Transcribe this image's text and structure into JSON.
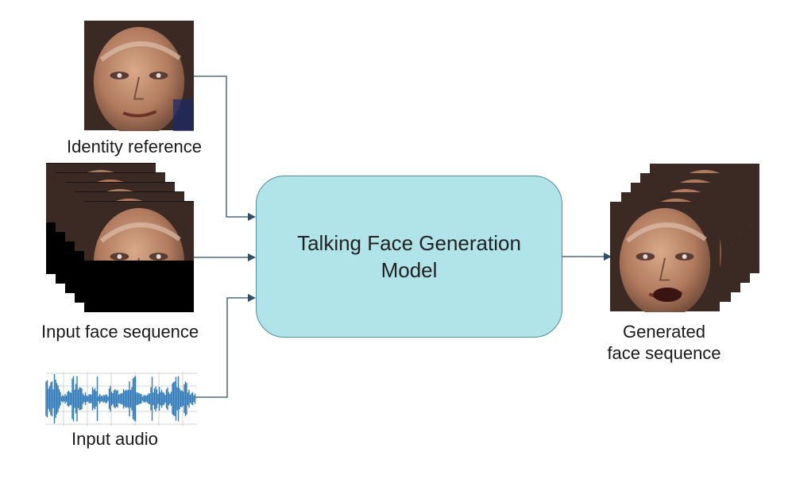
{
  "diagram": {
    "inputs": {
      "identity_label": "Identity reference",
      "face_sequence_label": "Input face sequence",
      "audio_label": "Input audio"
    },
    "model": {
      "line1": "Talking Face Generation",
      "line2": "Model"
    },
    "output": {
      "line1": "Generated",
      "line2": "face sequence"
    },
    "colors": {
      "box_fill": "#b0e4e8",
      "box_border": "#4d8fa0",
      "connector": "#2e4f66",
      "waveform": "#2f7ab8"
    }
  }
}
